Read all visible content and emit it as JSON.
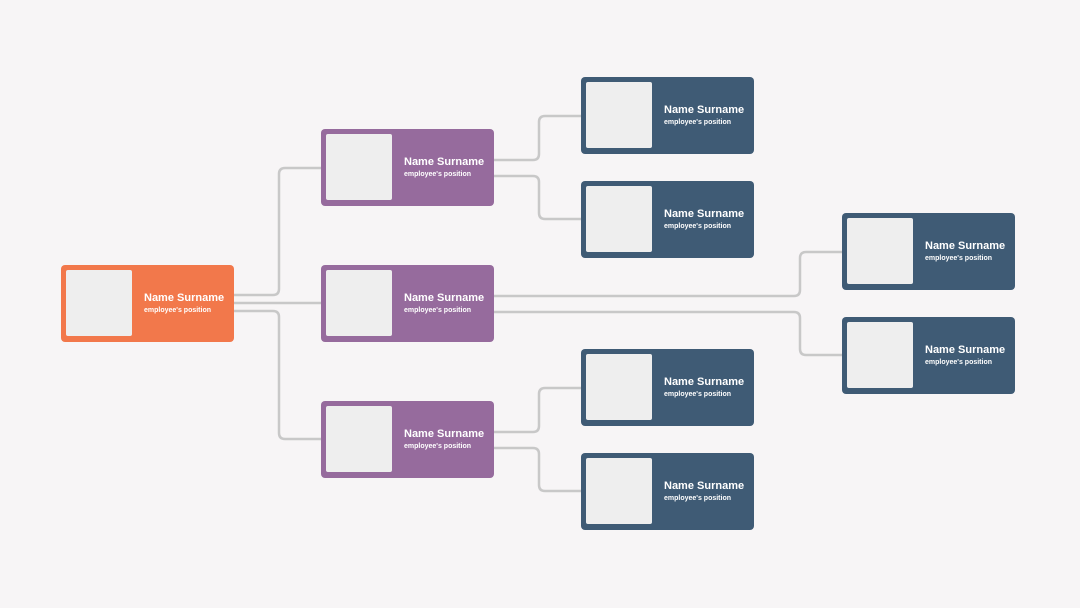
{
  "colors": {
    "background": "#f7f5f6",
    "root": "#f2784b",
    "middle": "#966b9d",
    "leaf": "#3f5b75",
    "photo": "#eeeeee",
    "connector": "#c8c8c8"
  },
  "nodes": {
    "root": {
      "name": "Name Surname",
      "position": "employee's position"
    },
    "m1": {
      "name": "Name Surname",
      "position": "employee's position"
    },
    "m2": {
      "name": "Name Surname",
      "position": "employee's position"
    },
    "m3": {
      "name": "Name Surname",
      "position": "employee's position"
    },
    "l1": {
      "name": "Name Surname",
      "position": "employee's position"
    },
    "l2": {
      "name": "Name Surname",
      "position": "employee's position"
    },
    "l3": {
      "name": "Name Surname",
      "position": "employee's position"
    },
    "l4": {
      "name": "Name Surname",
      "position": "employee's position"
    },
    "l5": {
      "name": "Name Surname",
      "position": "employee's position"
    },
    "l6": {
      "name": "Name Surname",
      "position": "employee's position"
    }
  }
}
